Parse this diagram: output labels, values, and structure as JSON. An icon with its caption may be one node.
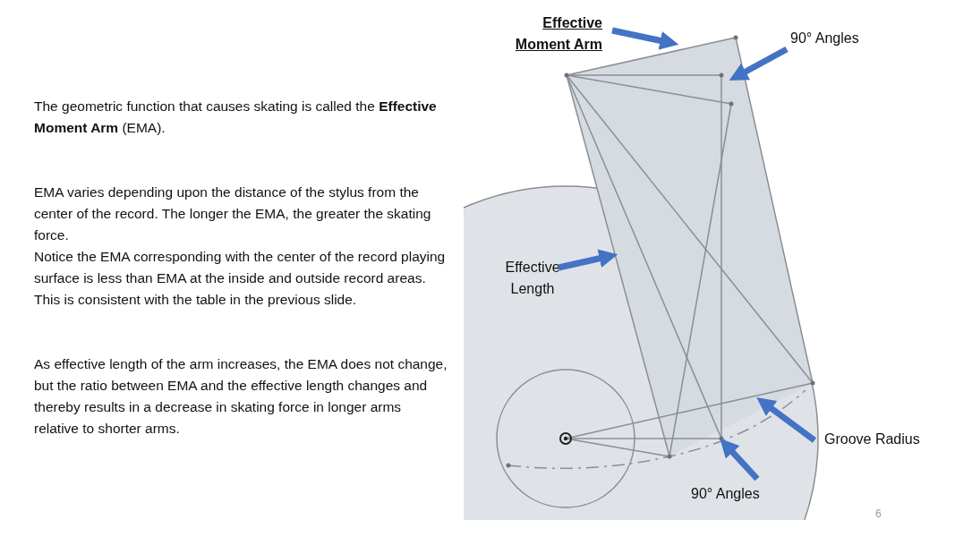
{
  "diagram": {
    "nodes": [
      {
        "text": [
          "Effective Moment Arm"
        ]
      },
      {
        "text": [
          "90° Angles"
        ]
      },
      {
        "text": [
          "Effective Length"
        ]
      },
      {
        "text": [
          "Groove Radius"
        ]
      },
      {
        "text": [
          "90° Angles"
        ]
      }
    ],
    "edges": [
      {
        "from": 0,
        "to": null,
        "arrow": "to"
      },
      {
        "from": 1,
        "to": null,
        "arrow": "to"
      },
      {
        "from": 2,
        "to": null,
        "arrow": "to"
      },
      {
        "from": 3,
        "to": null,
        "arrow": "to"
      },
      {
        "from": 4,
        "to": null,
        "arrow": "to"
      }
    ],
    "labels": [
      "The geometric function that causes skating is called the **Effective Moment Arm** (EMA).",
      "EMA varies depending upon the distance of the stylus from the center of the record. The longer the EMA, the greater the skating force.",
      "Notice the EMA corresponding with the center of the record playing surface is less than EMA at the inside and outside record areas. This is consistent with the table in the previous slide.",
      "As effective length of the arm increases, the EMA does not change, but the ratio between EMA and the effective length changes and thereby results in a decrease in skating force in longer arms relative to shorter arms.",
      "6"
    ]
  }
}
